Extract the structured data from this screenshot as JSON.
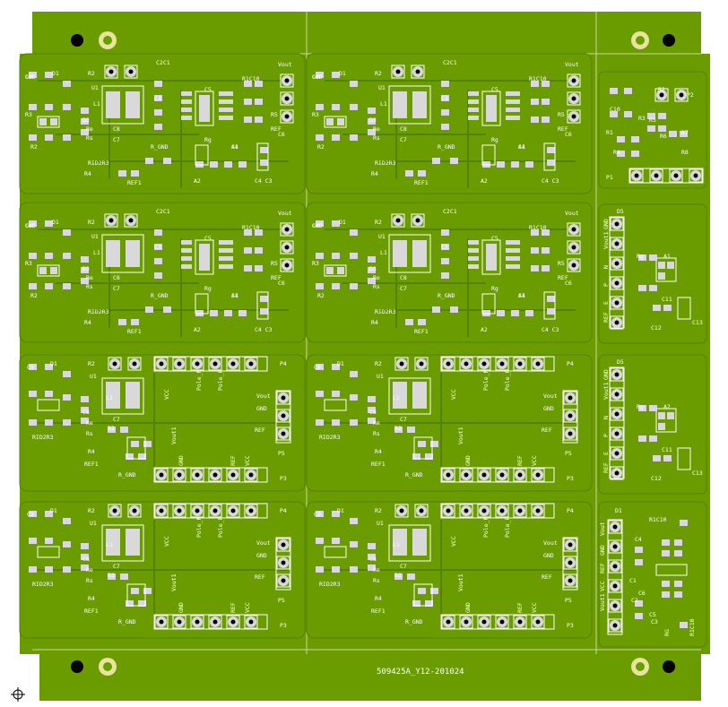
{
  "colors": {
    "board": "#6a9c00",
    "board_dark": "#548000",
    "silk": "#ffffff",
    "pad": "#d9d9d9",
    "drill": "#000000",
    "fiducial": "#e8e4a0",
    "background": "#ffffff"
  },
  "board_label": "509425A_Y12-201024",
  "origin_marker": "origin-crosshair-icon",
  "modules": {
    "a": {
      "labels": [
        "C9",
        "D1",
        "R2",
        "U1",
        "L1",
        "C2C1",
        "C5",
        "R1C10",
        "Vout",
        "C4",
        "C3",
        "R5",
        "R3",
        "D3",
        "Re",
        "Rs",
        "C8",
        "C7",
        "R2",
        "RID2R3",
        "R4",
        "REF1",
        "R_GND",
        "Rg",
        "A2",
        "A1",
        "C4 C3",
        "C6",
        "REF",
        "GND"
      ]
    },
    "b": {
      "labels": [
        "C9",
        "D1",
        "R2",
        "U1",
        "L1",
        "C7",
        "R2",
        "C8",
        "Re",
        "Rs",
        "RID2R3",
        "R4",
        "REF1",
        "R_GND",
        "P4",
        "P3",
        "P5",
        "Vout",
        "GND",
        "REF",
        "VCC",
        "Pole_N",
        "Pole_P",
        "Vout1",
        "GND",
        "REF",
        "VCC"
      ]
    },
    "side1": {
      "labels": [
        "C10",
        "R2",
        "R4",
        "R1",
        "R3",
        "R6",
        "R7",
        "R8",
        "P1",
        "R5",
        "P2"
      ]
    },
    "side2": {
      "labels": [
        "D5",
        "GND",
        "Vout1",
        "N",
        "P",
        "E",
        "REF",
        "Rg",
        "A1",
        "C11",
        "C12",
        "C13"
      ]
    },
    "side3": {
      "labels": [
        "D5",
        "GND",
        "Vout1",
        "N",
        "P",
        "E",
        "REF",
        "Rg",
        "A2",
        "C11",
        "C12",
        "C13"
      ]
    },
    "side4": {
      "labels": [
        "D1",
        "Vout",
        "GND",
        "REF",
        "VCC",
        "Vout1",
        "C4",
        "C6",
        "C5",
        "R1C10",
        "C1",
        "C2",
        "C3",
        "RG",
        "R1C10"
      ]
    }
  }
}
